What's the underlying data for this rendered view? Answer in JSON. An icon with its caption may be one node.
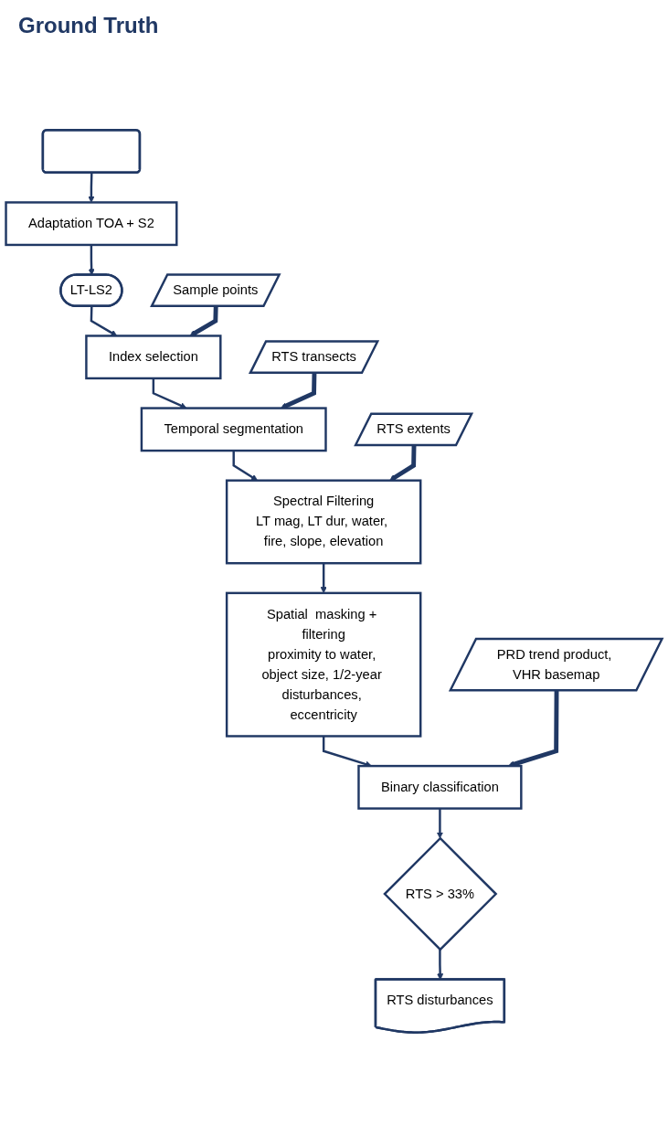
{
  "diagram": {
    "nodes": [
      {
        "text": [],
        "shape": "box"
      },
      {
        "text": [
          "Adaptation TOA + S2"
        ]
      },
      {
        "text": [
          "LT-LS2"
        ]
      },
      {
        "text": [
          "Sample points"
        ]
      },
      {
        "text": [
          "Index selection"
        ]
      },
      {
        "text": [
          "RTS transects"
        ]
      },
      {
        "text": [
          "Temporal segmentation"
        ]
      },
      {
        "text": [
          "RTS extents"
        ]
      },
      {
        "text": [
          "Spectral Filtering",
          "LT mag, LT dur, water, fire, slope, elevation"
        ]
      },
      {
        "text": [
          "Spatial  masking + filtering",
          "proximity to water, object size, 1/2-year disturbances, eccentricity"
        ]
      },
      {
        "text": [
          "PRD trend product, VHR basemap"
        ]
      },
      {
        "text": [
          "Binary classification"
        ]
      },
      {
        "text": [
          "RTS > 33%"
        ]
      },
      {
        "text": [
          "RTS disturbances"
        ]
      }
    ],
    "edges": [
      {
        "from": 0,
        "to": 1,
        "arrow": "to"
      },
      {
        "from": 1,
        "to": 2,
        "arrow": "to"
      },
      {
        "from": 2,
        "to": 4,
        "arrow": "to"
      },
      {
        "from": 3,
        "to": 4,
        "arrow": "to",
        "style": "thick"
      },
      {
        "from": 4,
        "to": 6,
        "arrow": "to"
      },
      {
        "from": 5,
        "to": 6,
        "arrow": "to",
        "style": "thick"
      },
      {
        "from": 6,
        "to": 8,
        "arrow": "to"
      },
      {
        "from": 7,
        "to": 8,
        "arrow": "to",
        "style": "thick"
      },
      {
        "from": 8,
        "to": 9,
        "arrow": "to"
      },
      {
        "from": 9,
        "to": 11,
        "arrow": "to"
      },
      {
        "from": 10,
        "to": 11,
        "arrow": "to",
        "style": "thick"
      },
      {
        "from": 11,
        "to": 12,
        "arrow": "to"
      },
      {
        "from": 12,
        "to": 13,
        "arrow": "to"
      }
    ],
    "labels": [
      "Ground Truth"
    ]
  }
}
